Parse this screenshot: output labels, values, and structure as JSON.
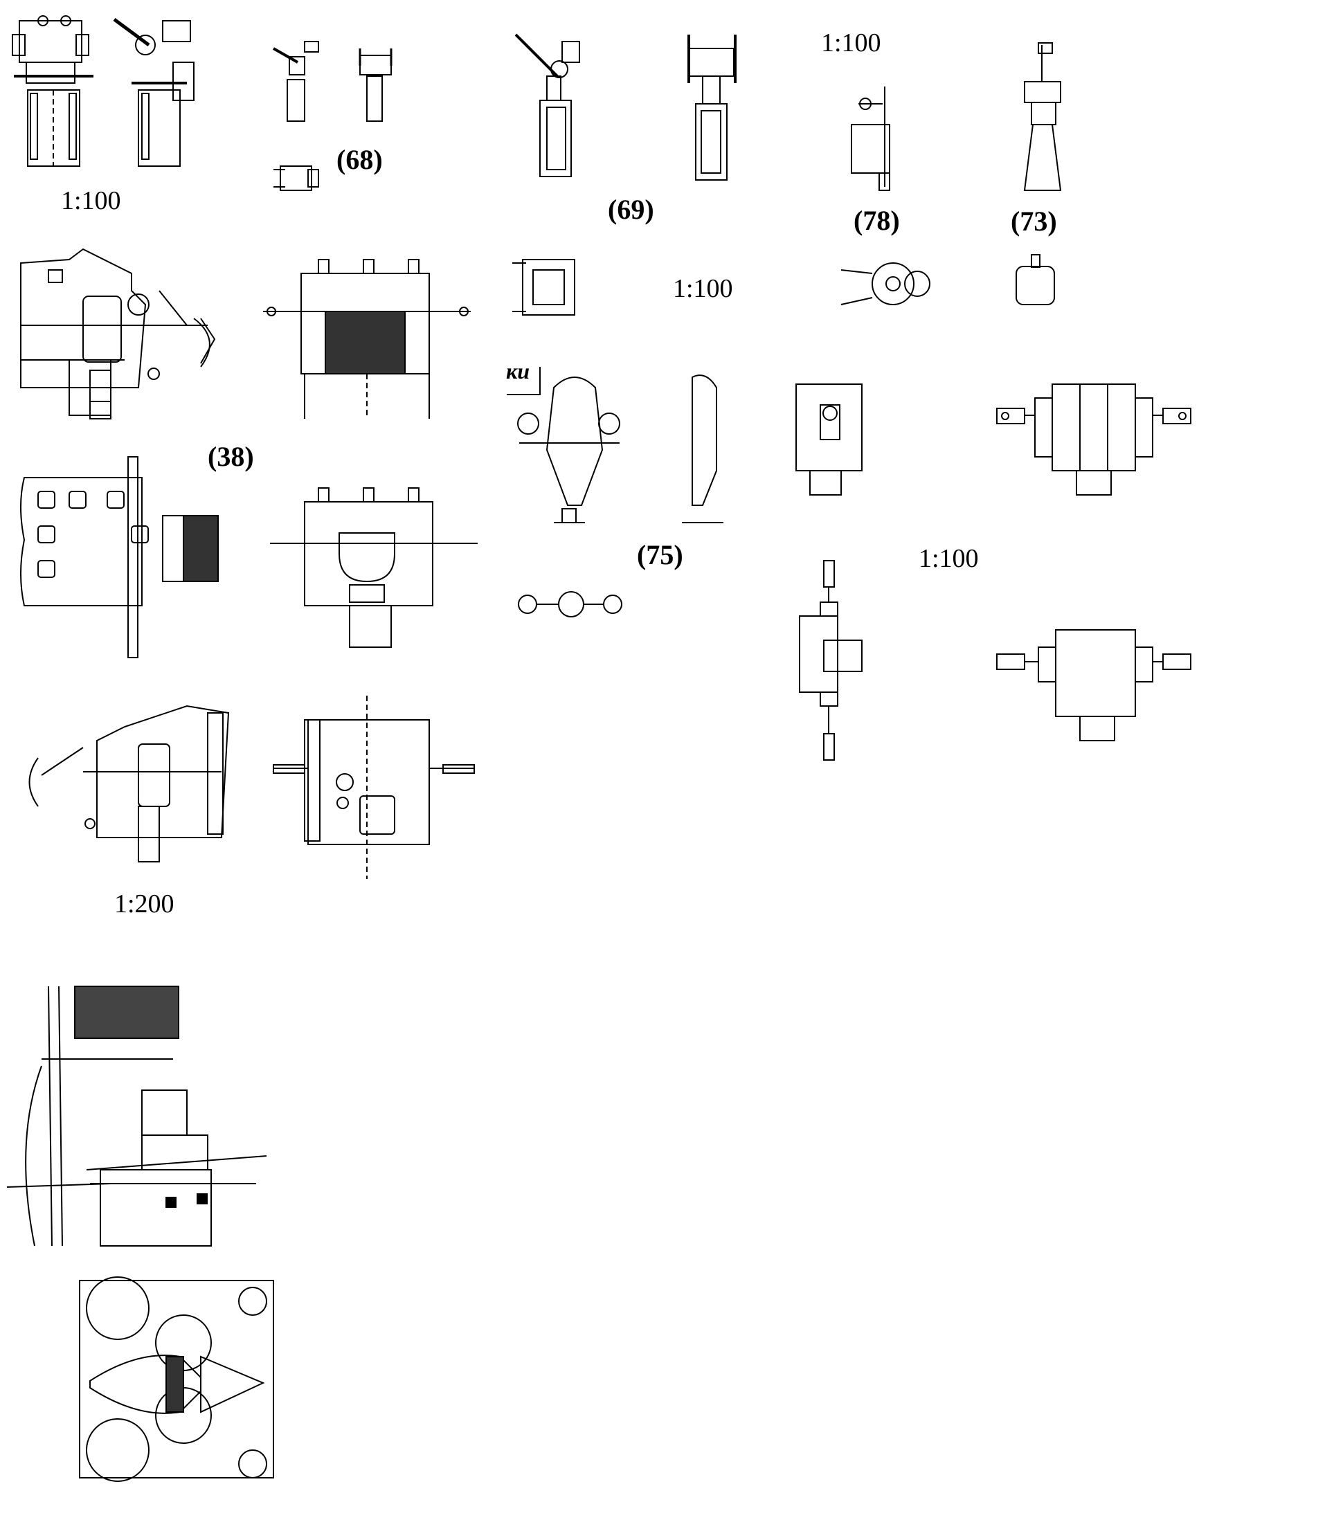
{
  "labels": {
    "scale_1": "1:100",
    "scale_2": "1:100",
    "scale_3": "1:100",
    "scale_4": "1:100",
    "scale_5": "1:200",
    "num_38": "(38)",
    "num_68": "(68)",
    "num_69": "(69)",
    "num_73": "(73)",
    "num_75": "(75)",
    "num_78": "(78)",
    "fragment": "ки"
  },
  "colors": {
    "ink": "#000000",
    "paper": "#ffffff",
    "hatch": "#333333"
  }
}
